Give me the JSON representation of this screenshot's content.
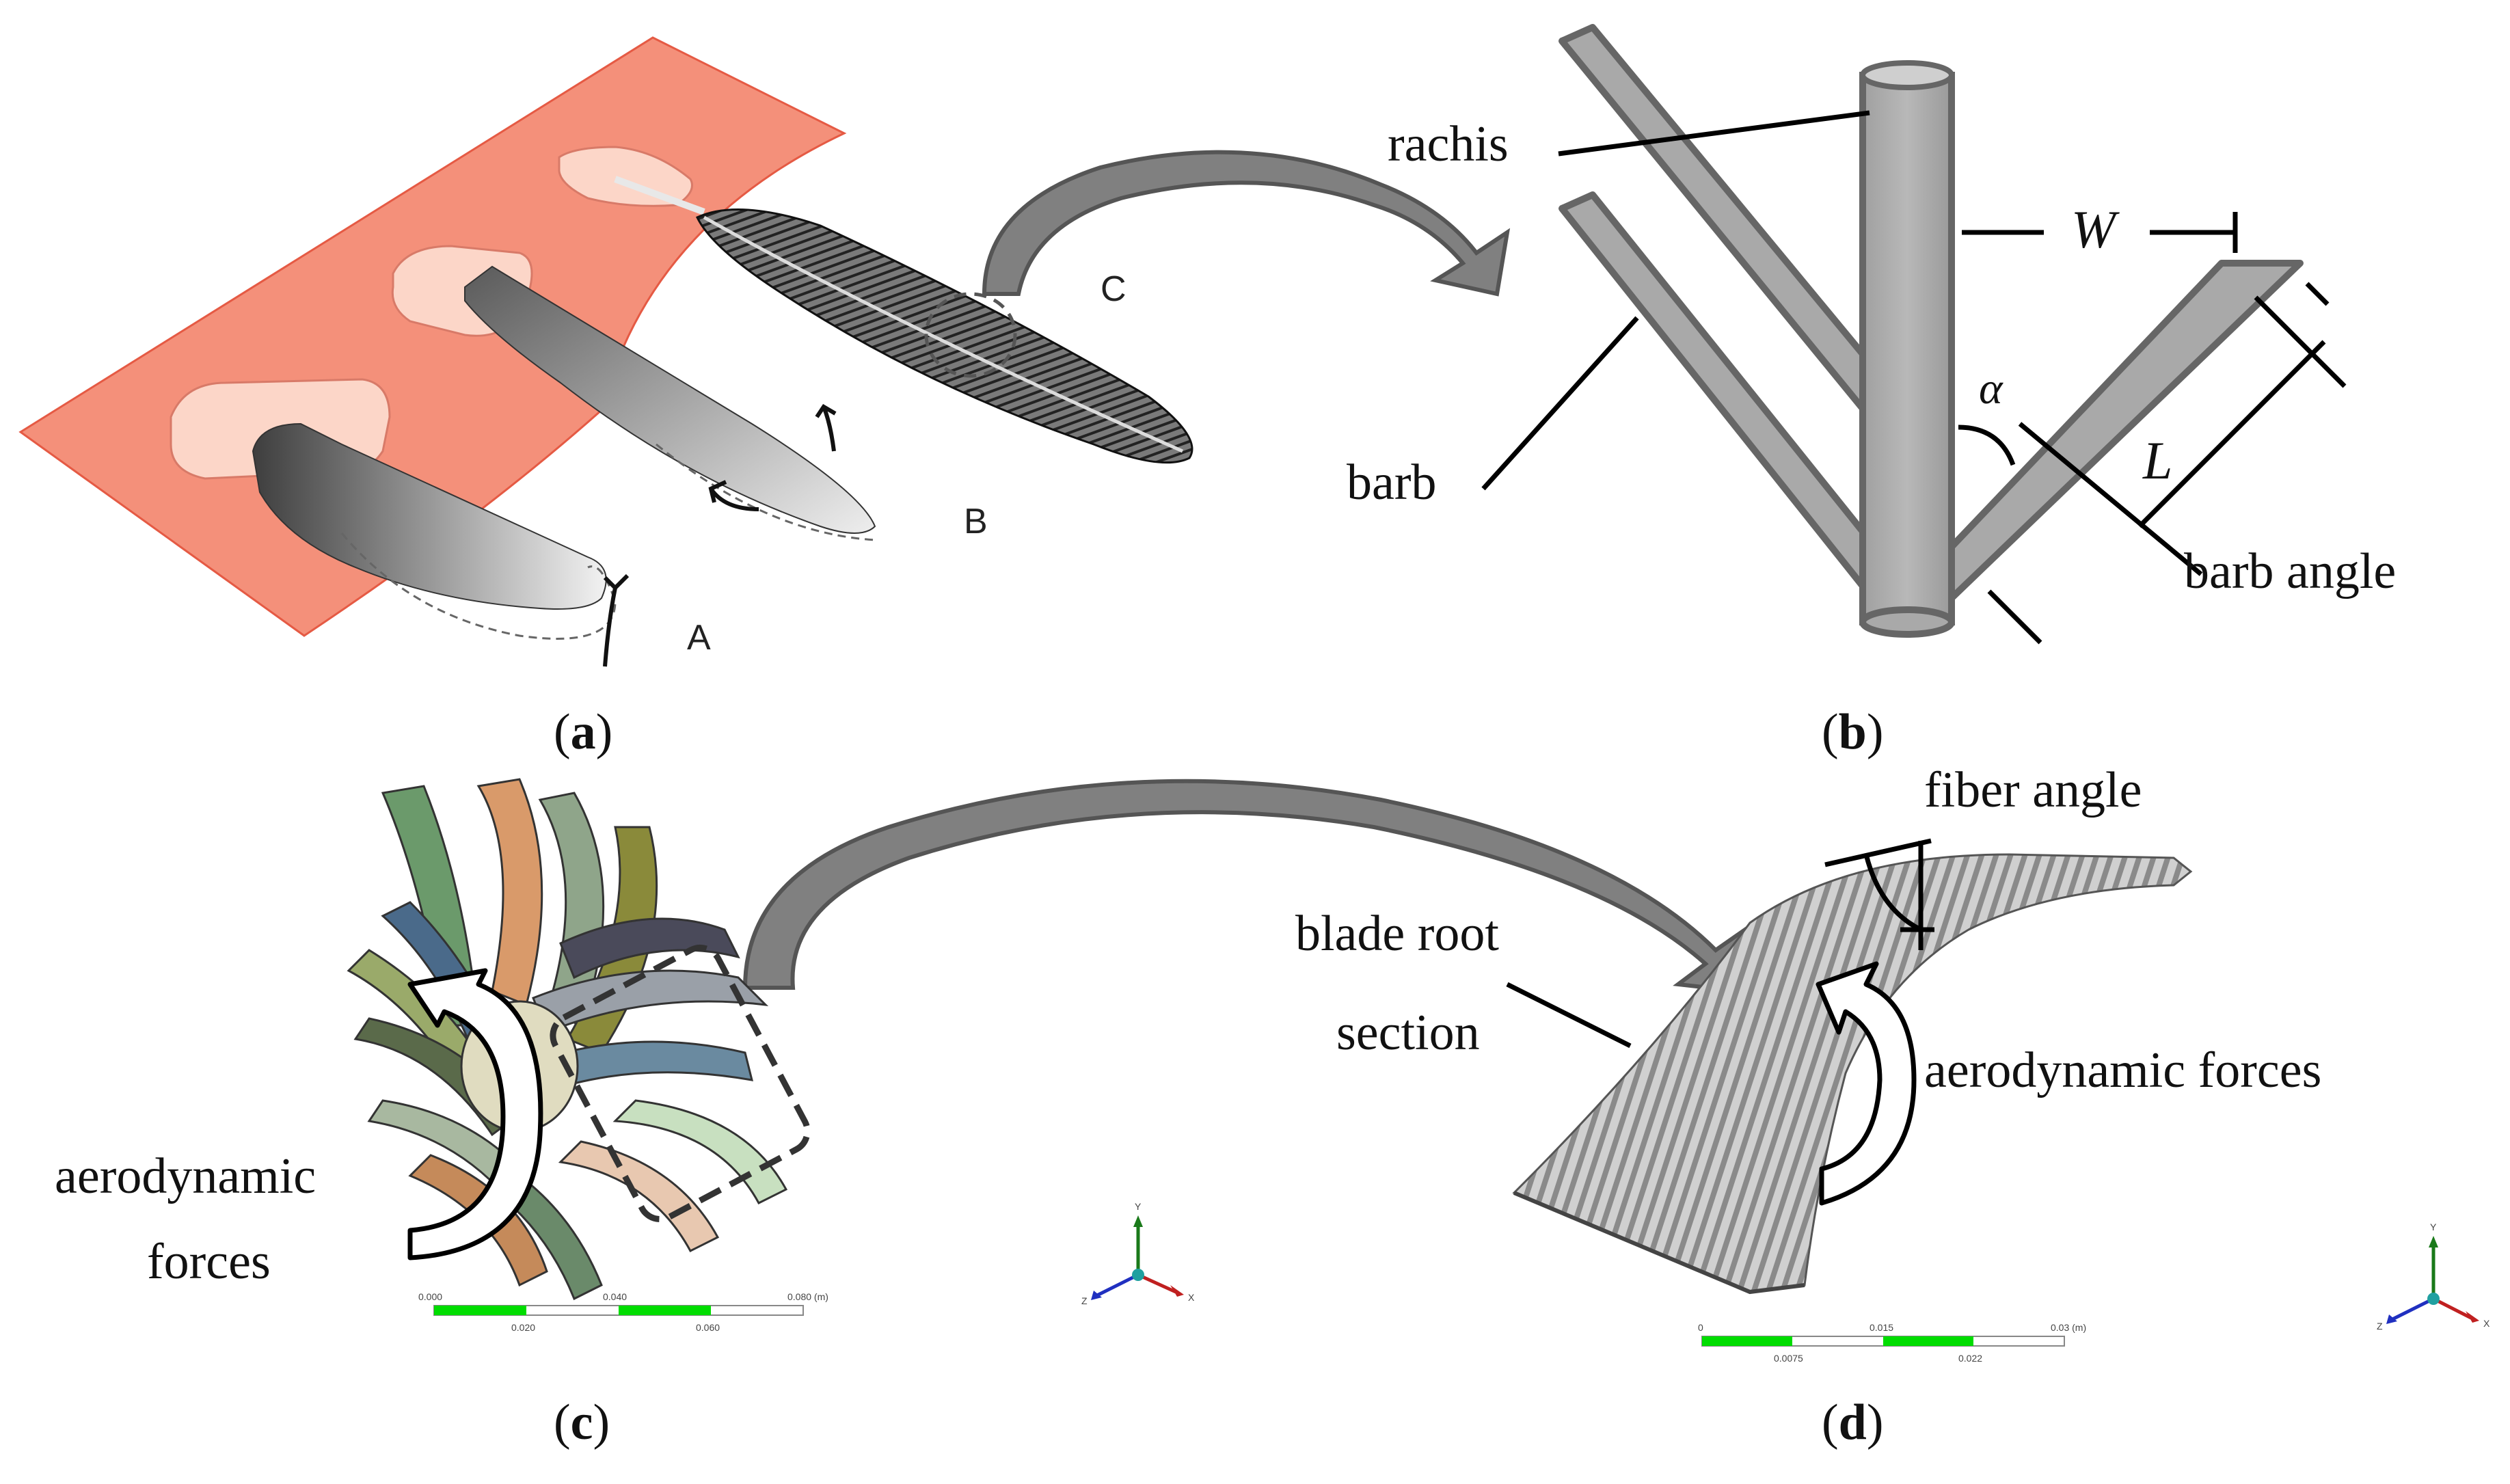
{
  "panel_a": {
    "caption_open": "(",
    "caption_letter": "a",
    "caption_close": ")",
    "label_A": "A",
    "label_B": "B",
    "label_C": "C"
  },
  "panel_b": {
    "caption_open": "(",
    "caption_letter": "b",
    "caption_close": ")",
    "rachis": "rachis",
    "barb": "barb",
    "W": "W",
    "alpha": "α",
    "L": "L",
    "barb_angle": "barb angle"
  },
  "panel_c": {
    "caption_open": "(",
    "caption_letter": "c",
    "caption_close": ")",
    "forces_line1": "aerodynamic",
    "forces_line2": "forces",
    "scale_top": [
      "0.000",
      "0.040",
      "0.080 (m)"
    ],
    "scale_bottom": [
      "0.020",
      "0.060"
    ],
    "axis_y": "Y",
    "axis_x": "X",
    "axis_z": "Z"
  },
  "panel_d": {
    "caption_open": "(",
    "caption_letter": "d",
    "caption_close": ")",
    "fiber_angle": "fiber angle",
    "root_line1": "blade root",
    "root_line2": "section",
    "forces": "aerodynamic forces",
    "scale_top": [
      "0",
      "0.015",
      "0.03 (m)"
    ],
    "scale_bottom": [
      "0.0075",
      "0.022"
    ],
    "axis_y": "Y",
    "axis_x": "X",
    "axis_z": "Z"
  },
  "colors": {
    "skin": "#f4907a",
    "follicle": "#fcd6c8",
    "feather_dark": "#4a4a4a",
    "rod_fill": "#a9a9a9",
    "rod_stroke": "#6b6b6b",
    "arrow_fill": "#808080",
    "scale_green": "#00dd00"
  }
}
